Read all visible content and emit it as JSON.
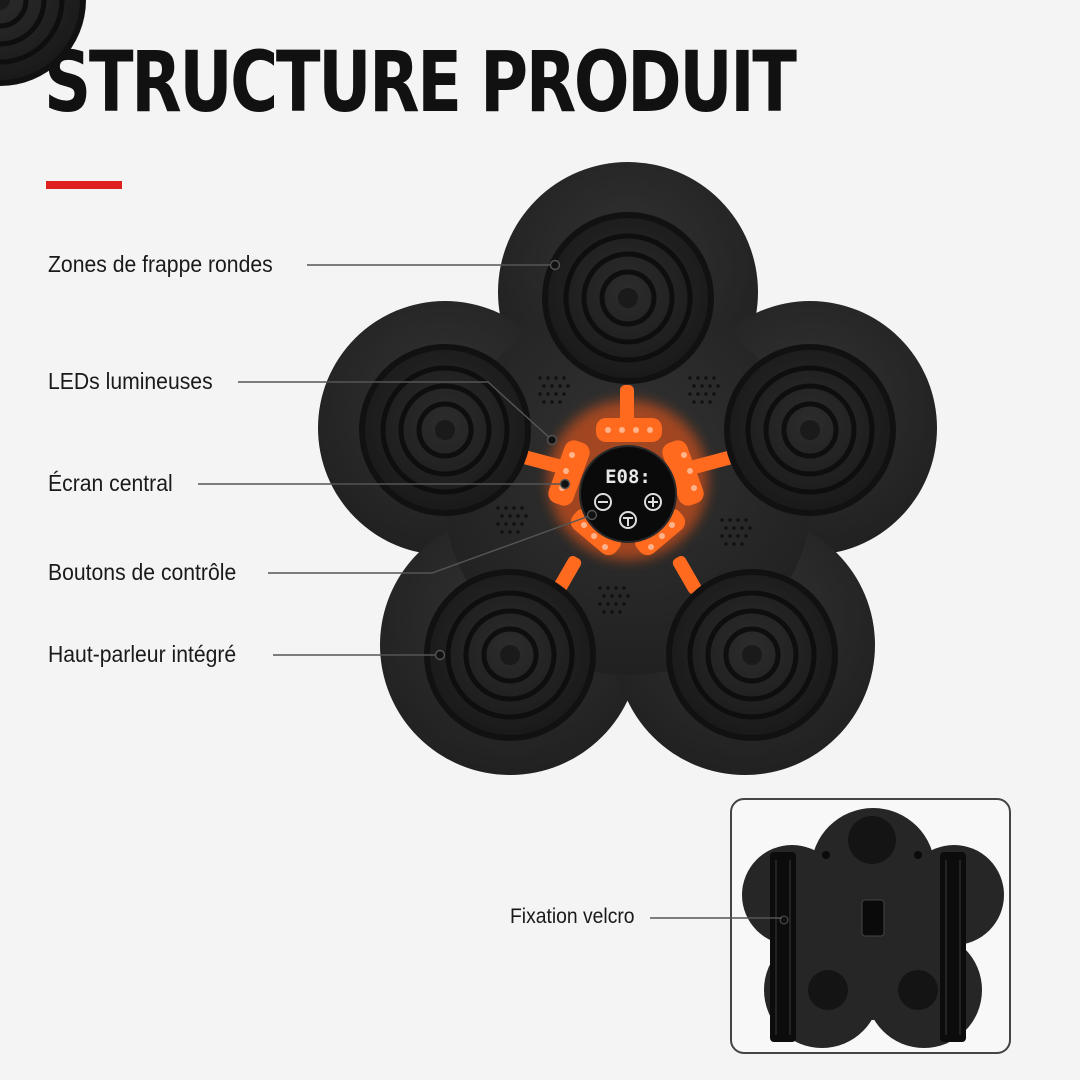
{
  "header": {
    "title": "STRUCTURE PRODUIT"
  },
  "callouts": [
    {
      "id": "zones",
      "label": "Zones de frappe rondes"
    },
    {
      "id": "leds",
      "label": "LEDs lumineuses"
    },
    {
      "id": "ecran",
      "label": "Écran central"
    },
    {
      "id": "boutons",
      "label": "Boutons de contrôle"
    },
    {
      "id": "hautparleur",
      "label": "Haut-parleur intégré"
    },
    {
      "id": "velcro",
      "label": "Fixation velcro"
    }
  ],
  "display": {
    "readout": "E08:"
  },
  "icons": [
    "minus-icon",
    "plus-icon",
    "power-icon"
  ],
  "colors": {
    "accent": "#e01f1f",
    "led": "#ff6a1f",
    "device": "#222222",
    "title": "#111111"
  }
}
